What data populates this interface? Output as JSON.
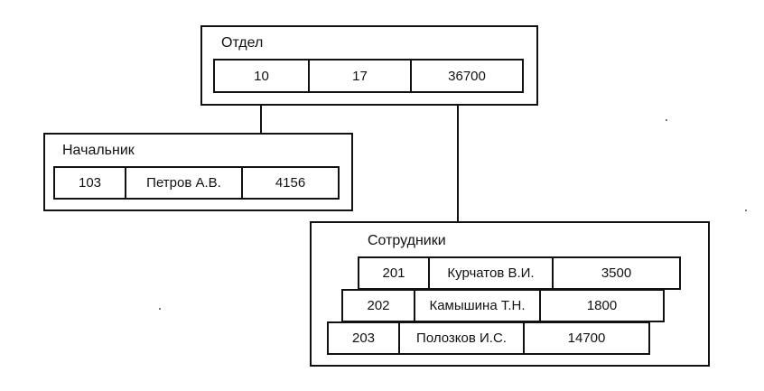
{
  "department": {
    "title": "Отдел",
    "fields": [
      "10",
      "17",
      "36700"
    ]
  },
  "manager": {
    "title": "Начальник",
    "fields": [
      "103",
      "Петров А.В.",
      "4156"
    ]
  },
  "employees": {
    "title": "Сотрудники",
    "records": [
      [
        "201",
        "Курчатов В.И.",
        "3500"
      ],
      [
        "202",
        "Камышина Т.Н.",
        "1800"
      ],
      [
        "203",
        "Полозков И.С.",
        "14700"
      ]
    ]
  }
}
